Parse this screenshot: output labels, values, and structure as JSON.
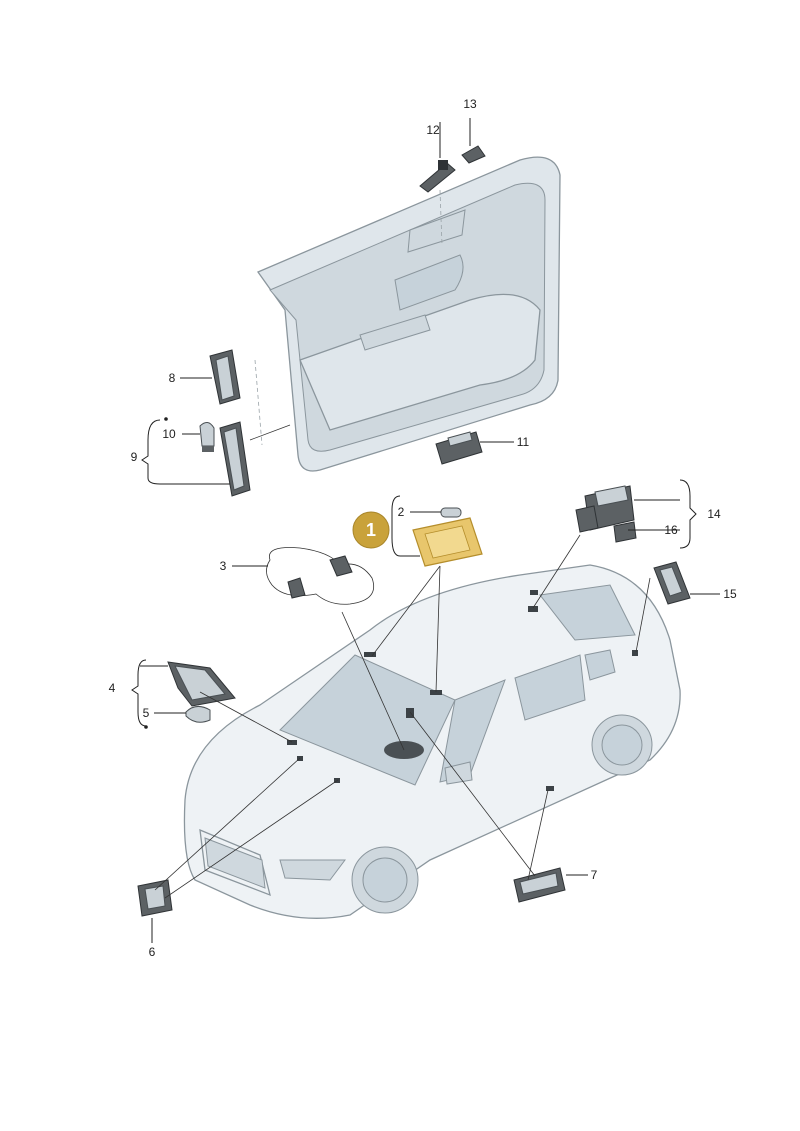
{
  "highlight": {
    "number": "1",
    "color": "#c9a23a"
  },
  "callouts": {
    "c2": "2",
    "c3": "3",
    "c4": "4",
    "c5": "5",
    "c6": "6",
    "c7": "7",
    "c8": "8",
    "c9": "9",
    "c10": "10",
    "c11": "11",
    "c12": "12",
    "c13": "13",
    "c14": "14",
    "c15": "15",
    "c16": "16"
  }
}
